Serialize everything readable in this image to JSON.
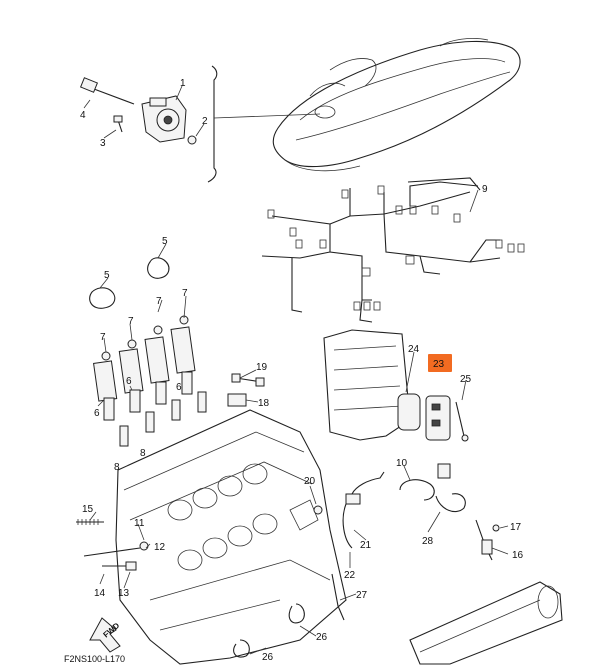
{
  "figure_code": "F2NS100-L170",
  "fwd_label": "FWD",
  "highlight_color": "#f26b21",
  "callouts": [
    {
      "id": "1",
      "highlighted": false
    },
    {
      "id": "2",
      "highlighted": false
    },
    {
      "id": "3",
      "highlighted": false
    },
    {
      "id": "4",
      "highlighted": false
    },
    {
      "id": "5",
      "highlighted": false
    },
    {
      "id": "5",
      "highlighted": false
    },
    {
      "id": "6",
      "highlighted": false
    },
    {
      "id": "6",
      "highlighted": false
    },
    {
      "id": "6",
      "highlighted": false
    },
    {
      "id": "7",
      "highlighted": false
    },
    {
      "id": "7",
      "highlighted": false
    },
    {
      "id": "7",
      "highlighted": false
    },
    {
      "id": "7",
      "highlighted": false
    },
    {
      "id": "8",
      "highlighted": false
    },
    {
      "id": "8",
      "highlighted": false
    },
    {
      "id": "9",
      "highlighted": false
    },
    {
      "id": "10",
      "highlighted": false
    },
    {
      "id": "11",
      "highlighted": false
    },
    {
      "id": "12",
      "highlighted": false
    },
    {
      "id": "13",
      "highlighted": false
    },
    {
      "id": "14",
      "highlighted": false
    },
    {
      "id": "15",
      "highlighted": false
    },
    {
      "id": "16",
      "highlighted": false
    },
    {
      "id": "17",
      "highlighted": false
    },
    {
      "id": "18",
      "highlighted": false
    },
    {
      "id": "19",
      "highlighted": false
    },
    {
      "id": "20",
      "highlighted": false
    },
    {
      "id": "21",
      "highlighted": false
    },
    {
      "id": "22",
      "highlighted": false
    },
    {
      "id": "23",
      "highlighted": true
    },
    {
      "id": "24",
      "highlighted": false
    },
    {
      "id": "25",
      "highlighted": false
    },
    {
      "id": "26",
      "highlighted": false
    },
    {
      "id": "26",
      "highlighted": false
    },
    {
      "id": "27",
      "highlighted": false
    },
    {
      "id": "28",
      "highlighted": false
    }
  ]
}
